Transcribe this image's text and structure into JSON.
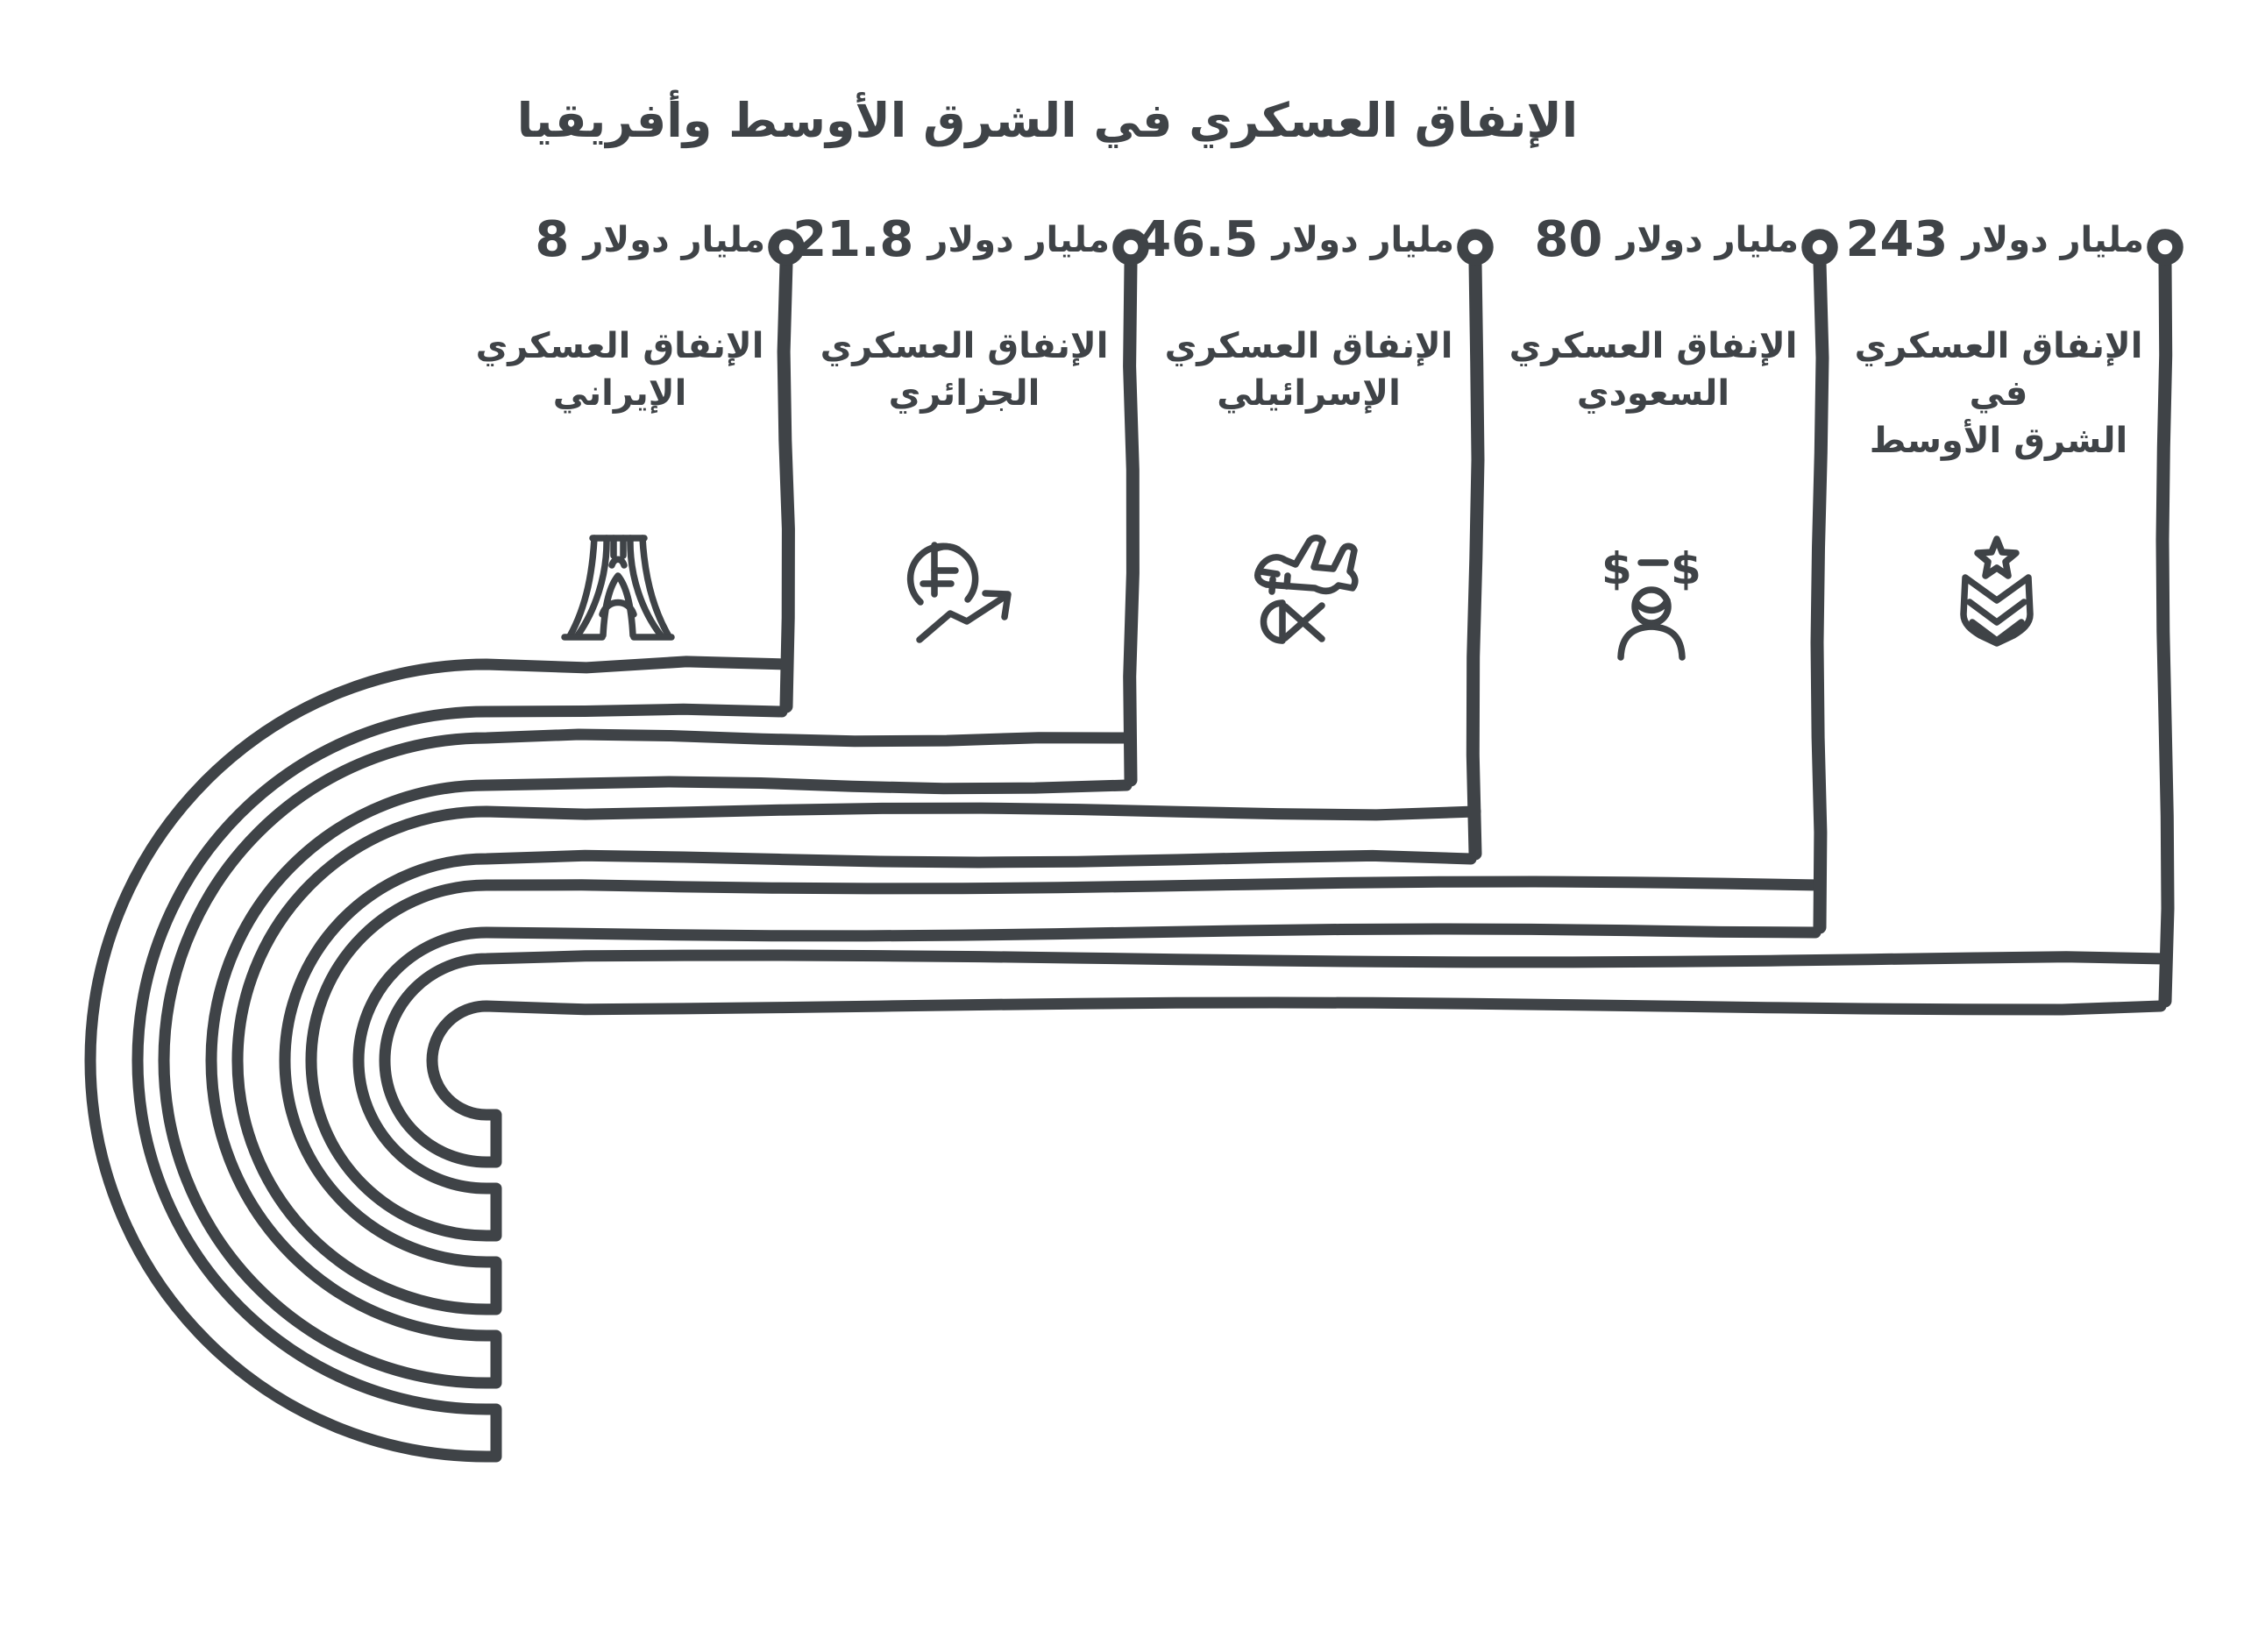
{
  "title": "الإنفاق العسكري في الشرق الأوسط وأفريقيا",
  "ink_color": "#3f4347",
  "background_color": "#ffffff",
  "unit_label": "مليار دولار",
  "columns": [
    {
      "id": "iran",
      "value": "8",
      "unit": "مليار دولار",
      "label_line1": "الإنفاق العسكري",
      "label_line2": "الإيراني",
      "icon": "azadi-tower-icon"
    },
    {
      "id": "algeria",
      "value": "21.8",
      "unit": "مليار دولار",
      "label_line1": "الإنفاق العسكري",
      "label_line2": "الجزائري",
      "icon": "franc-coin-growth-icon"
    },
    {
      "id": "israel",
      "value": "46.5",
      "unit": "مليار دولار",
      "label_line1": "الإنفاق العسكري",
      "label_line2": "الإسرائيلي",
      "icon": "bomber-jet-icon"
    },
    {
      "id": "saudi",
      "value": "80",
      "unit": "مليار دولار",
      "label_line1": "الإنفاق العسكري",
      "label_line2": "السعودي",
      "icon": "person-money-icon"
    },
    {
      "id": "middle-east",
      "value": "243",
      "unit": "مليار دولار",
      "label_line1": "الإنفاق العسكري في",
      "label_line2": "الشرق الأوسط",
      "icon": "military-rank-icon"
    }
  ],
  "person_money_icon_text": {
    "left_dollar": "$",
    "right_dollar": "$"
  },
  "franc_coin_icon_text": {
    "currency": "₣"
  },
  "chart_data": {
    "type": "bar",
    "title": "الإنفاق العسكري في الشرق الأوسط وأفريقيا",
    "categories": [
      "الإنفاق العسكري الإيراني",
      "الإنفاق العسكري الجزائري",
      "الإنفاق العسكري الإسرائيلي",
      "الإنفاق العسكري السعودي",
      "الإنفاق العسكري في الشرق الأوسط"
    ],
    "values": [
      8,
      21.8,
      46.5,
      80,
      243
    ],
    "unit": "مليار دولار",
    "xlabel": "",
    "ylabel": "",
    "legend": "none",
    "grid": false,
    "style": "hand-drawn flag-pin infographic with nested U-turn ribbons"
  }
}
